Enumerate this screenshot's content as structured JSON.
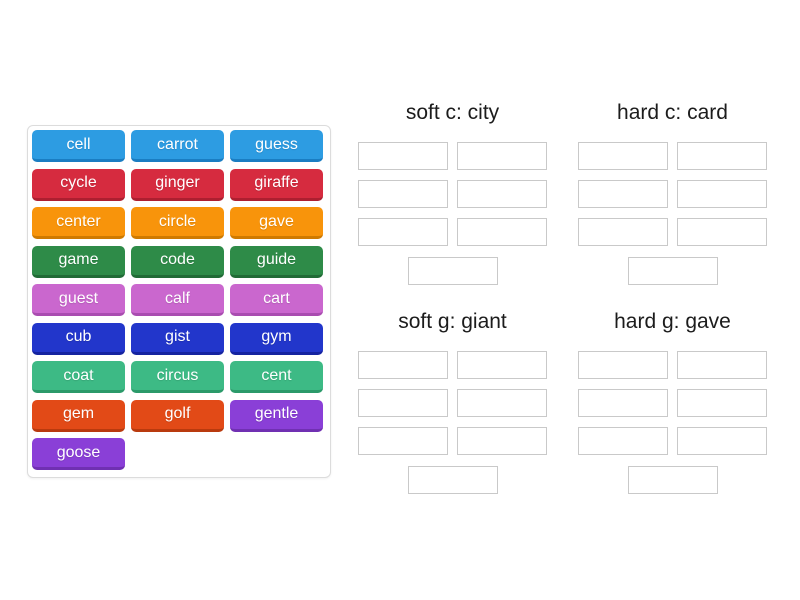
{
  "word_bank": {
    "colors": {
      "blue": {
        "bg": "#2d9ce2",
        "edge": "#1a7dc2"
      },
      "crimson": {
        "bg": "#d62b3f",
        "edge": "#ad1f30"
      },
      "orange": {
        "bg": "#f8940b",
        "edge": "#cf7a00"
      },
      "green": {
        "bg": "#2e8b48",
        "edge": "#216b36"
      },
      "orchid": {
        "bg": "#ca67ce",
        "edge": "#a94cb0"
      },
      "royalblue": {
        "bg": "#2236cb",
        "edge": "#1523a0"
      },
      "seagreen": {
        "bg": "#3dba85",
        "edge": "#2b9a6a"
      },
      "orangered": {
        "bg": "#e24a17",
        "edge": "#b93a0e"
      },
      "purple": {
        "bg": "#8a3fd7",
        "edge": "#7030b2"
      }
    },
    "tiles": [
      {
        "label": "cell",
        "color": "blue"
      },
      {
        "label": "carrot",
        "color": "blue"
      },
      {
        "label": "guess",
        "color": "blue"
      },
      {
        "label": "cycle",
        "color": "crimson"
      },
      {
        "label": "ginger",
        "color": "crimson"
      },
      {
        "label": "giraffe",
        "color": "crimson"
      },
      {
        "label": "center",
        "color": "orange"
      },
      {
        "label": "circle",
        "color": "orange"
      },
      {
        "label": "gave",
        "color": "orange"
      },
      {
        "label": "game",
        "color": "green"
      },
      {
        "label": "code",
        "color": "green"
      },
      {
        "label": "guide",
        "color": "green"
      },
      {
        "label": "guest",
        "color": "orchid"
      },
      {
        "label": "calf",
        "color": "orchid"
      },
      {
        "label": "cart",
        "color": "orchid"
      },
      {
        "label": "cub",
        "color": "royalblue"
      },
      {
        "label": "gist",
        "color": "royalblue"
      },
      {
        "label": "gym",
        "color": "royalblue"
      },
      {
        "label": "coat",
        "color": "seagreen"
      },
      {
        "label": "circus",
        "color": "seagreen"
      },
      {
        "label": "cent",
        "color": "seagreen"
      },
      {
        "label": "gem",
        "color": "orangered"
      },
      {
        "label": "golf",
        "color": "orangered"
      },
      {
        "label": "gentle",
        "color": "purple"
      },
      {
        "label": "goose",
        "color": "purple"
      }
    ]
  },
  "groups": [
    {
      "title": "soft c: city",
      "grid_slots": 6,
      "bottom_slots": 1
    },
    {
      "title": "hard c: card",
      "grid_slots": 6,
      "bottom_slots": 1
    },
    {
      "title": "soft g: giant",
      "grid_slots": 6,
      "bottom_slots": 1
    },
    {
      "title": "hard g: gave",
      "grid_slots": 6,
      "bottom_slots": 1
    }
  ]
}
